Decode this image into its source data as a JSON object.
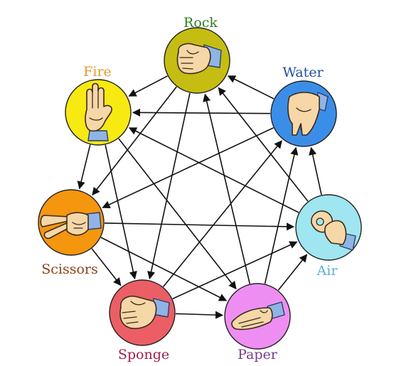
{
  "nodes": [
    {
      "id": "rock",
      "label": "Rock",
      "fill": "#c5bd12",
      "label_color": "#2e7d1f",
      "hand_icon": "fist-icon"
    },
    {
      "id": "water",
      "label": "Water",
      "fill": "#3b8ee8",
      "label_color": "#1f4e9c",
      "hand_icon": "cupped-hand-icon"
    },
    {
      "id": "air",
      "label": "Air",
      "fill": "#9fe6f0",
      "label_color": "#5aaed6",
      "hand_icon": "ok-hand-icon"
    },
    {
      "id": "paper",
      "label": "Paper",
      "fill": "#ef8ef2",
      "label_color": "#7a3a8c",
      "hand_icon": "flat-hand-icon"
    },
    {
      "id": "sponge",
      "label": "Sponge",
      "fill": "#ec5e66",
      "label_color": "#a11d4a",
      "hand_icon": "squeeze-hand-icon"
    },
    {
      "id": "scissors",
      "label": "Scissors",
      "fill": "#f5960f",
      "label_color": "#8a4214",
      "hand_icon": "scissors-hand-icon"
    },
    {
      "id": "fire",
      "label": "Fire",
      "fill": "#f7ea12",
      "label_color": "#e59a2e",
      "hand_icon": "three-fingers-icon"
    }
  ],
  "edges": [
    {
      "from": "rock",
      "to": "fire"
    },
    {
      "from": "rock",
      "to": "scissors"
    },
    {
      "from": "rock",
      "to": "sponge"
    },
    {
      "from": "water",
      "to": "rock"
    },
    {
      "from": "water",
      "to": "fire"
    },
    {
      "from": "water",
      "to": "scissors"
    },
    {
      "from": "air",
      "to": "water"
    },
    {
      "from": "air",
      "to": "rock"
    },
    {
      "from": "air",
      "to": "fire"
    },
    {
      "from": "paper",
      "to": "air"
    },
    {
      "from": "paper",
      "to": "water"
    },
    {
      "from": "paper",
      "to": "rock"
    },
    {
      "from": "sponge",
      "to": "paper"
    },
    {
      "from": "sponge",
      "to": "air"
    },
    {
      "from": "sponge",
      "to": "water"
    },
    {
      "from": "scissors",
      "to": "sponge"
    },
    {
      "from": "scissors",
      "to": "paper"
    },
    {
      "from": "scissors",
      "to": "air"
    },
    {
      "from": "fire",
      "to": "scissors"
    },
    {
      "from": "fire",
      "to": "sponge"
    },
    {
      "from": "fire",
      "to": "paper"
    }
  ]
}
